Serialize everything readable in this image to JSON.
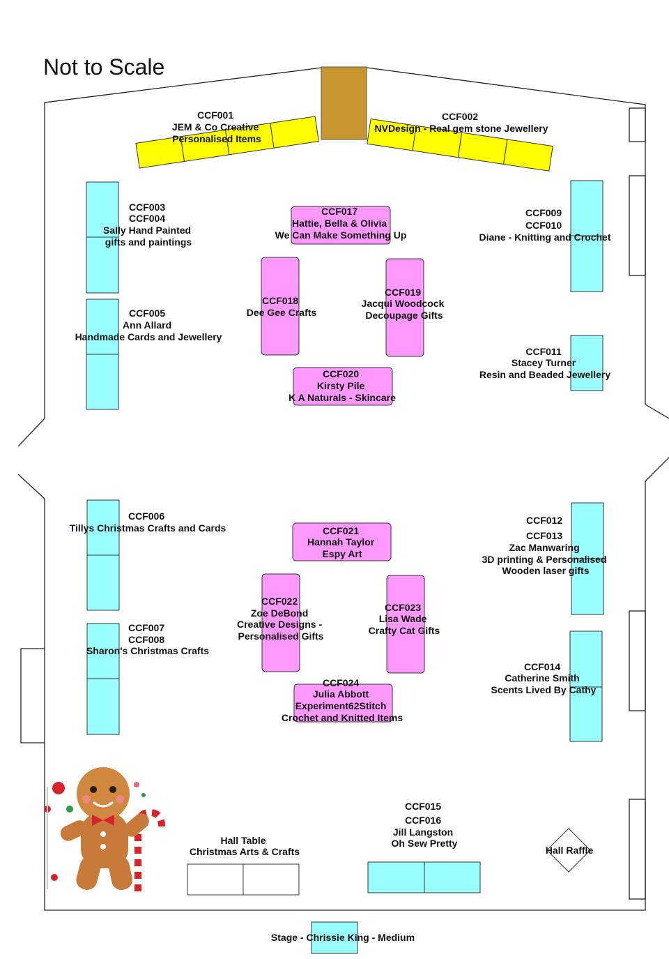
{
  "title": "Not to Scale",
  "stalls": {
    "ccf001": [
      "CCF001",
      "JEM & Co Creative",
      "Personalised Items"
    ],
    "ccf002": [
      "CCF002",
      "NVDesign - Real gem stone Jewellery"
    ],
    "ccf003": [
      "CCF003",
      "CCF004",
      "Sally Hand Painted",
      "gifts and paintings"
    ],
    "ccf005": [
      "CCF005",
      "Ann Allard",
      "Handmade Cards and Jewellery"
    ],
    "ccf006": [
      "CCF006",
      "Tillys Christmas Crafts and Cards"
    ],
    "ccf007": [
      "CCF007",
      "CCF008",
      "Sharon's Christmas Crafts"
    ],
    "ccf009": [
      "CCF009",
      "CCF010",
      "Diane - Knitting and Crochet"
    ],
    "ccf011": [
      "CCF011",
      "Stacey Turner",
      "Resin and Beaded Jewellery"
    ],
    "ccf012": [
      "CCF012",
      "CCF013",
      "Zac Manwaring",
      "3D printing & Personalised",
      "Wooden laser gifts"
    ],
    "ccf014": [
      "CCF014",
      "Catherine Smith",
      "Scents Lived By Cathy"
    ],
    "ccf015": [
      "CCF015",
      "CCF016",
      "Jill Langston",
      "Oh Sew Pretty"
    ],
    "ccf017": [
      "CCF017",
      "Hattie, Bella & Olivia",
      "We Can Make Something Up"
    ],
    "ccf018": [
      "CCF018",
      "Dee Gee Crafts"
    ],
    "ccf019": [
      "CCF019",
      "Jacqui Woodcock",
      "Decoupage Gifts"
    ],
    "ccf020": [
      "CCF020",
      "Kirsty Pile",
      "K A Naturals - Skincare"
    ],
    "ccf021": [
      "CCF021",
      "Hannah Taylor",
      "Espy Art"
    ],
    "ccf022": [
      "CCF022",
      "Zoe DeBond",
      "Creative Designs -",
      "Personalised Gifts"
    ],
    "ccf023": [
      "CCF023",
      "Lisa Wade",
      "Crafty Cat Gifts"
    ],
    "ccf024": [
      "CCF024",
      "Julia Abbott",
      "Experiment62Stitch",
      "Crochet and Knitted Items"
    ]
  },
  "hall_table": [
    "Hall Table",
    "Christmas Arts & Crafts"
  ],
  "hall_raffle": "Hall Raffle",
  "stage": "Stage - Chrissie King - Medium",
  "colors": {
    "yellow_tables": "#ffff00",
    "cyan_tables": "#99ffff",
    "pink_tables": "#ff99ff",
    "door": "#c8962e"
  }
}
